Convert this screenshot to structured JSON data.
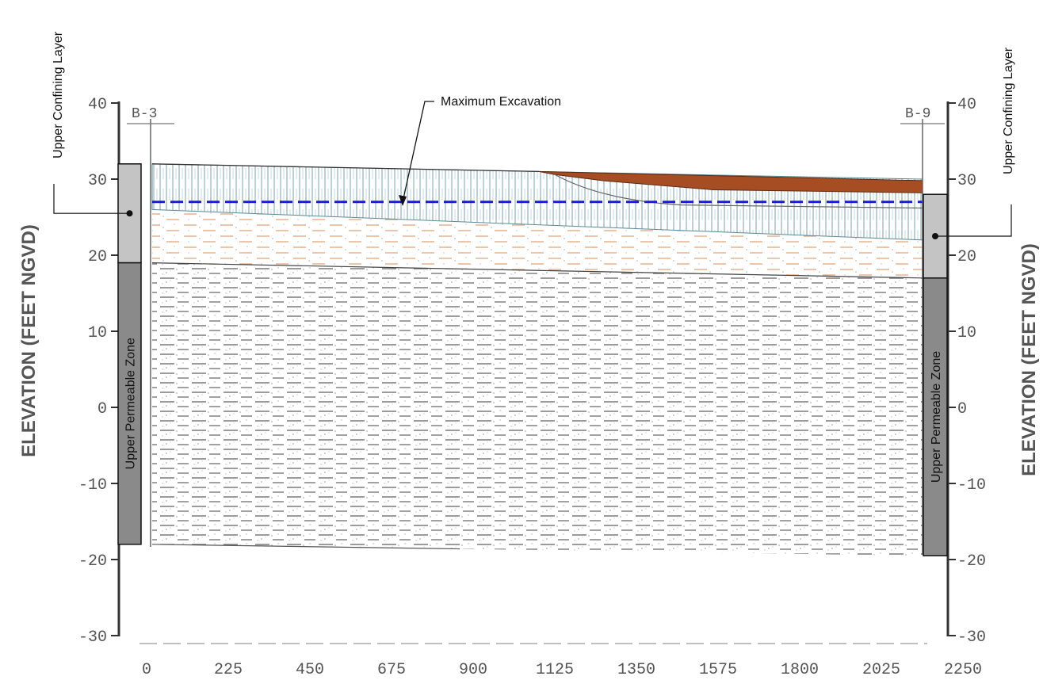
{
  "diagram": {
    "y_axis_label": "ELEVATION (FEET NGVD)",
    "y_ticks": [
      40,
      30,
      20,
      10,
      0,
      -10,
      -20,
      -30
    ],
    "x_ticks": [
      0,
      225,
      450,
      675,
      900,
      1125,
      1350,
      1575,
      1800,
      2025,
      2250
    ],
    "boring_left": "B-3",
    "boring_right": "B-9",
    "annotation": "Maximum Excavation",
    "left_column": {
      "confining_label": "Upper Confining Layer",
      "permeable_label": "Upper Permeable Zone",
      "confining_top": 32,
      "confining_bottom": 19,
      "permeable_bottom": -18
    },
    "right_column": {
      "confining_label": "Upper Confining Layer",
      "permeable_label": "Upper Permeable Zone",
      "confining_top": 28,
      "confining_bottom": 17,
      "permeable_bottom": -19.5
    },
    "excavation_elevation": 27,
    "colors": {
      "excavation_line": "#1a1ae6",
      "fill_top": "#a64d24",
      "sand_dash": "#e0a070",
      "confining_column": "#c4c4c4",
      "permeable_column": "#8a8a8a",
      "hatch": "#5c8a96"
    }
  }
}
